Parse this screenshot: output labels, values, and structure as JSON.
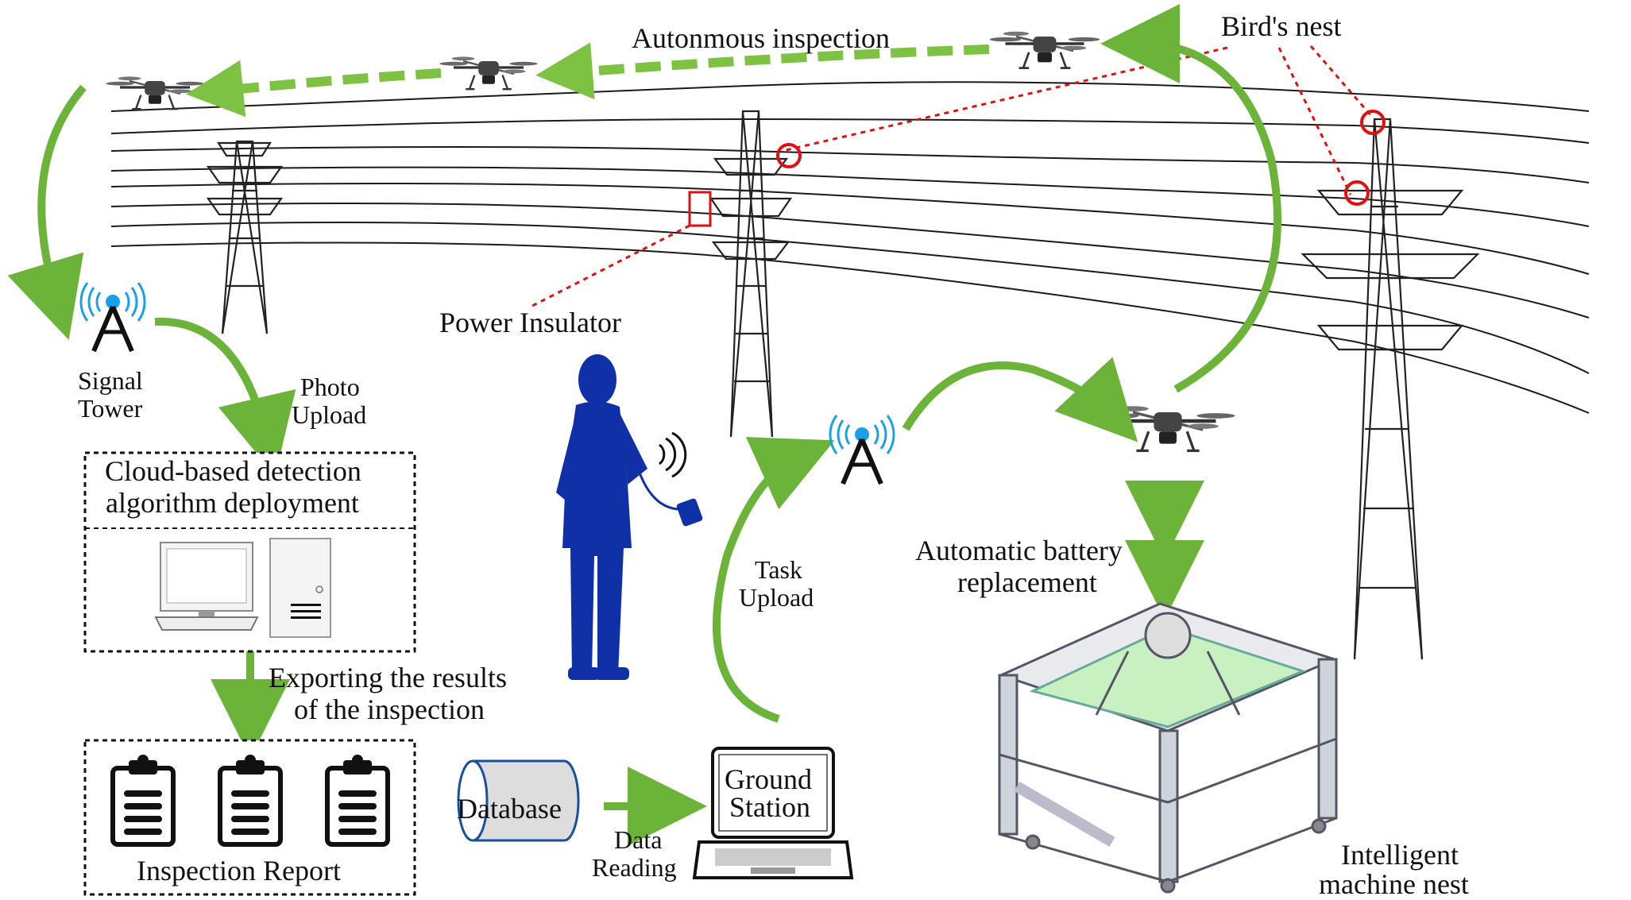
{
  "labels": {
    "autonomous_inspection": "Autonmous inspection",
    "birds_nest": "Bird's nest",
    "power_insulator": "Power Insulator",
    "signal_tower_1": "Signal",
    "signal_tower_2": "Tower",
    "photo_upload_1": "Photo",
    "photo_upload_2": "Upload",
    "cloud_1": "Cloud-based detection",
    "cloud_2": "algorithm deployment",
    "exporting_1": "Exporting the results",
    "exporting_2": "of the inspection",
    "inspection_report": "Inspection Report",
    "database": "Database",
    "data_reading_1": "Data",
    "data_reading_2": "Reading",
    "ground_station_1": "Ground",
    "ground_station_2": "Station",
    "task_upload_1": "Task",
    "task_upload_2": "Upload",
    "battery_1": "Automatic battery",
    "battery_2": "replacement",
    "nest_1": "Intelligent",
    "nest_2": "machine nest"
  },
  "colors": {
    "arrow_green": "#6cb33a",
    "annotation_red": "#e01010",
    "operator_blue": "#1030a8",
    "signal_blue": "#1aa0e8"
  },
  "icons": [
    "drone-icon",
    "signal-tower-icon",
    "transmission-tower-icon",
    "computer-icon",
    "server-icon",
    "clipboard-icon",
    "database-icon",
    "laptop-icon",
    "operator-silhouette",
    "machine-nest-icon"
  ]
}
